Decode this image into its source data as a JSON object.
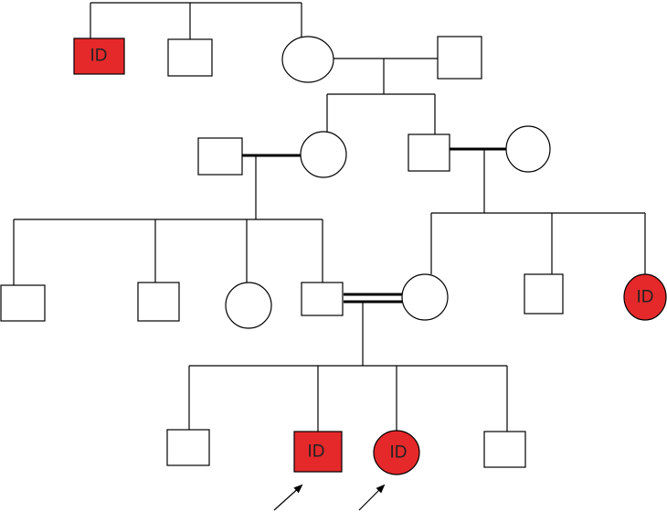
{
  "legend": {
    "affected_label": "ID"
  },
  "colors": {
    "affected": "#e5292b",
    "unaffected": "#ffffff",
    "stroke": "#000000"
  },
  "generations": [
    {
      "name": "generation-1",
      "individuals": [
        {
          "id": "g1-male-affected",
          "sex": "male",
          "affected": true,
          "label": "ID"
        },
        {
          "id": "g1-male",
          "sex": "male",
          "affected": false
        },
        {
          "id": "g1-female",
          "sex": "female",
          "affected": false
        },
        {
          "id": "g1-spouse-male",
          "sex": "male",
          "affected": false
        }
      ]
    },
    {
      "name": "generation-2",
      "individuals": [
        {
          "id": "g2-spouse-male-left",
          "sex": "male",
          "affected": false
        },
        {
          "id": "g2-female",
          "sex": "female",
          "affected": false
        },
        {
          "id": "g2-male",
          "sex": "male",
          "affected": false
        },
        {
          "id": "g2-spouse-female-right",
          "sex": "female",
          "affected": false
        }
      ]
    },
    {
      "name": "generation-3",
      "individuals": [
        {
          "id": "g3-male-1",
          "sex": "male",
          "affected": false
        },
        {
          "id": "g3-male-2",
          "sex": "male",
          "affected": false
        },
        {
          "id": "g3-female-1",
          "sex": "female",
          "affected": false
        },
        {
          "id": "g3-male-consanguineous",
          "sex": "male",
          "affected": false
        },
        {
          "id": "g3-female-consanguineous",
          "sex": "female",
          "affected": false
        },
        {
          "id": "g3-male-3",
          "sex": "male",
          "affected": false
        },
        {
          "id": "g3-female-affected",
          "sex": "female",
          "affected": true,
          "label": "ID"
        }
      ]
    },
    {
      "name": "generation-4",
      "individuals": [
        {
          "id": "g4-male-1",
          "sex": "male",
          "affected": false
        },
        {
          "id": "g4-male-proband",
          "sex": "male",
          "affected": true,
          "label": "ID",
          "proband": true
        },
        {
          "id": "g4-female-proband",
          "sex": "female",
          "affected": true,
          "label": "ID",
          "proband": true
        },
        {
          "id": "g4-male-2",
          "sex": "male",
          "affected": false
        }
      ]
    }
  ]
}
